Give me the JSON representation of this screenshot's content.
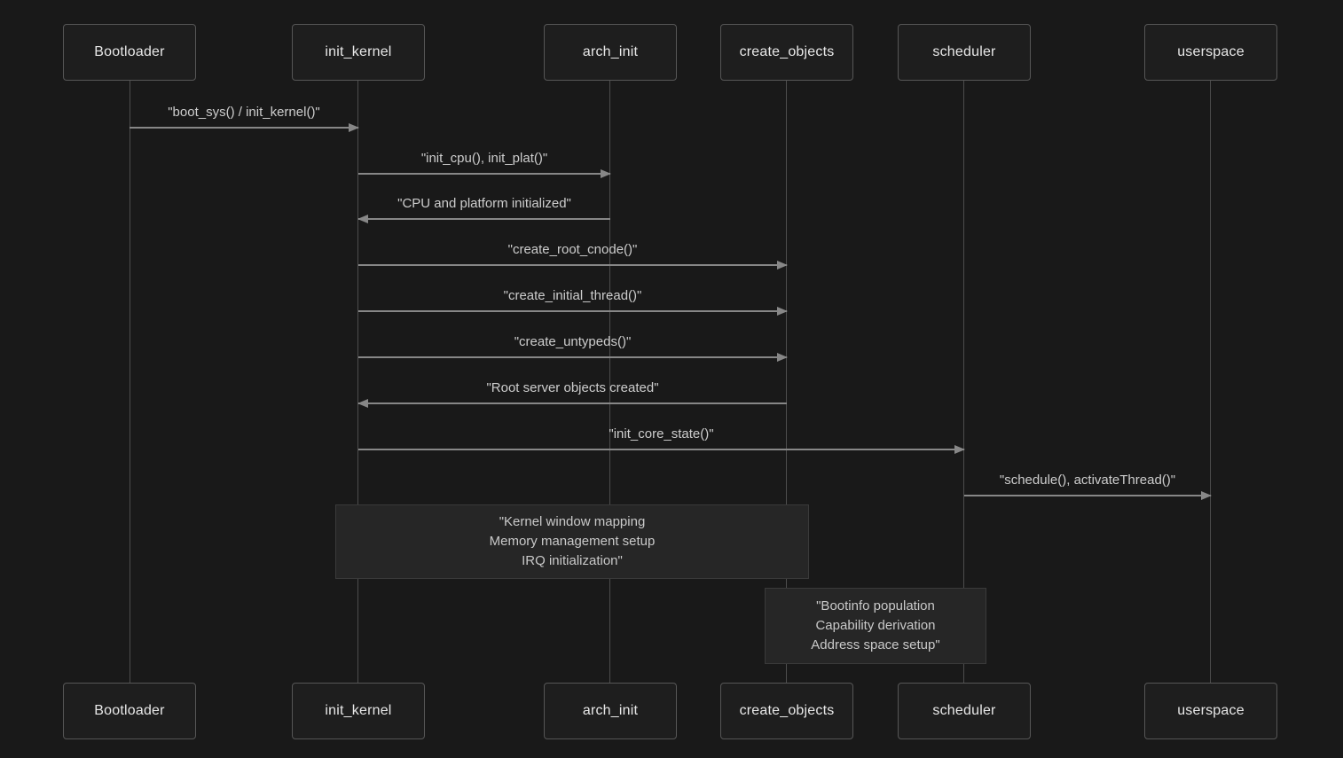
{
  "diagram": {
    "type": "sequence-diagram",
    "participants": [
      {
        "id": "bootloader",
        "label": "Bootloader"
      },
      {
        "id": "init_kernel",
        "label": "init_kernel"
      },
      {
        "id": "arch_init",
        "label": "arch_init"
      },
      {
        "id": "create_objects",
        "label": "create_objects"
      },
      {
        "id": "scheduler",
        "label": "scheduler"
      },
      {
        "id": "userspace",
        "label": "userspace"
      }
    ],
    "messages": [
      {
        "from": "Bootloader",
        "to": "init_kernel",
        "direction": "right",
        "text": "\"boot_sys() / init_kernel()\""
      },
      {
        "from": "init_kernel",
        "to": "arch_init",
        "direction": "right",
        "text": "\"init_cpu(), init_plat()\""
      },
      {
        "from": "arch_init",
        "to": "init_kernel",
        "direction": "left",
        "text": "\"CPU and platform initialized\""
      },
      {
        "from": "init_kernel",
        "to": "create_objects",
        "direction": "right",
        "text": "\"create_root_cnode()\""
      },
      {
        "from": "init_kernel",
        "to": "create_objects",
        "direction": "right",
        "text": "\"create_initial_thread()\""
      },
      {
        "from": "init_kernel",
        "to": "create_objects",
        "direction": "right",
        "text": "\"create_untypeds()\""
      },
      {
        "from": "create_objects",
        "to": "init_kernel",
        "direction": "left",
        "text": "\"Root server objects created\""
      },
      {
        "from": "init_kernel",
        "to": "scheduler",
        "direction": "right",
        "text": "\"init_core_state()\""
      },
      {
        "from": "scheduler",
        "to": "userspace",
        "direction": "right",
        "text": "\"schedule(), activateThread()\""
      }
    ],
    "notes": [
      {
        "over": "init_kernel, create_objects",
        "lines": [
          "\"Kernel window mapping",
          "Memory management setup",
          "IRQ initialization\""
        ]
      },
      {
        "over": "create_objects, scheduler",
        "lines": [
          "\"Bootinfo population",
          "Capability derivation",
          "Address space setup\""
        ]
      }
    ],
    "colors": {
      "background": "#191919",
      "actor_fill": "#1e1e1e",
      "actor_border": "#565656",
      "actor_text": "#e8e8e8",
      "lifeline": "#4d4d4d",
      "arrow": "#878787",
      "message_text": "#cdcdcd",
      "note_fill": "#262626",
      "note_border": "#3a3a3a",
      "note_text": "#c9c9c9"
    }
  }
}
